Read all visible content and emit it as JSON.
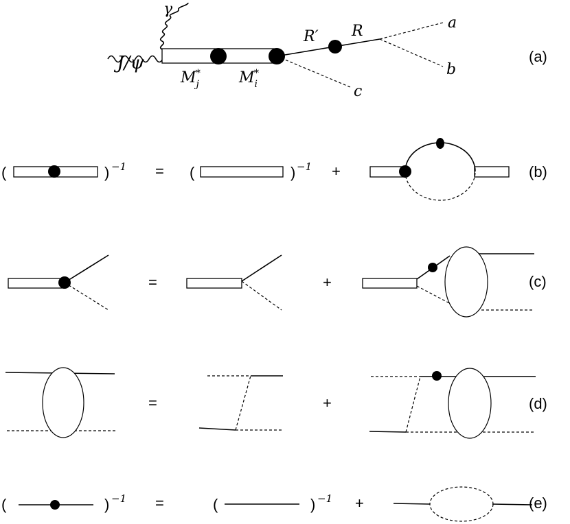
{
  "panels": {
    "a": {
      "label": "(a)",
      "jpsi": "J/ψ",
      "gamma": "γ",
      "mj": "M",
      "mj_sub": "j",
      "mj_sup": "*",
      "mi": "M",
      "mi_sub": "i",
      "mi_sup": "*",
      "rprime": "R′",
      "r": "R",
      "a": "a",
      "b": "b",
      "c": "c"
    },
    "b": {
      "label": "(b)",
      "lparen1": "(",
      "rparen1": ")",
      "exp1": "−1",
      "eq": "=",
      "lparen2": "(",
      "rparen2": ")",
      "exp2": "−1",
      "plus": "+"
    },
    "c": {
      "label": "(c)",
      "eq": "=",
      "plus": "+"
    },
    "d": {
      "label": "(d)",
      "eq": "=",
      "plus": "+"
    },
    "e": {
      "label": "(e)",
      "lparen1": "(",
      "rparen1": ")",
      "exp1": "−1",
      "eq": "=",
      "lparen2": "(",
      "rparen2": ")",
      "exp2": "−1",
      "plus": "+"
    }
  }
}
